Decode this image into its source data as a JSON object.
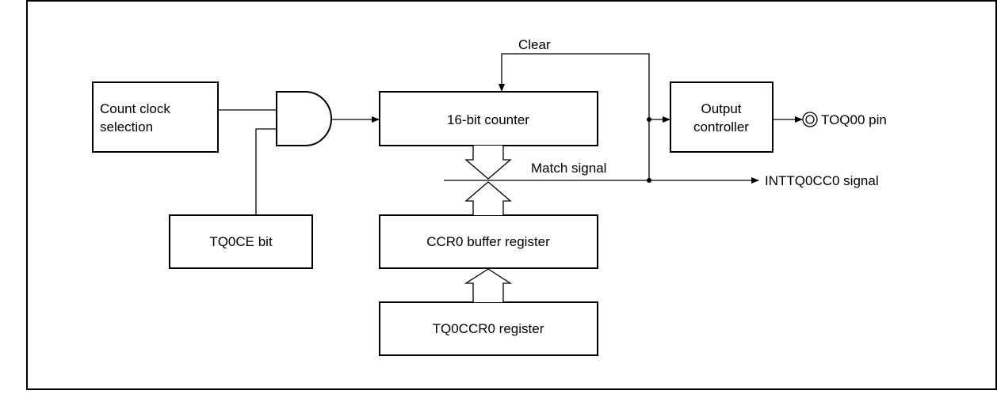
{
  "blocks": {
    "count_clock": [
      "Count clock",
      "selection"
    ],
    "counter": "16-bit counter",
    "output_controller": [
      "Output",
      "controller"
    ],
    "tq0ce_bit": "TQ0CE bit",
    "ccr0_buffer": "CCR0 buffer register",
    "tq0ccr0": "TQ0CCR0 register"
  },
  "signals": {
    "clear": "Clear",
    "match": "Match signal",
    "interrupt": "INTTQ0CC0 signal",
    "output_pin": "TOQ00 pin"
  }
}
